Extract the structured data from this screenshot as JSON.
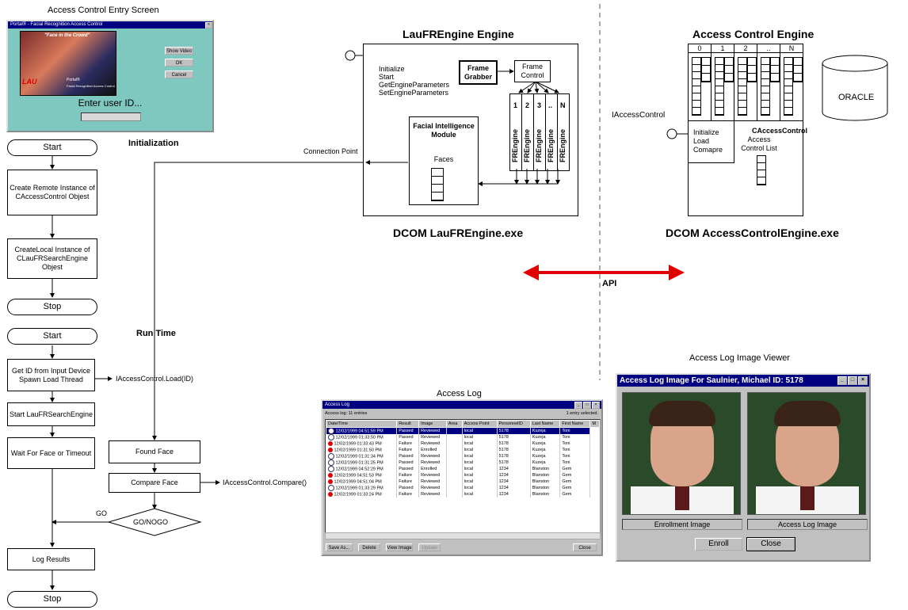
{
  "entry_screen": {
    "heading": "Access Control Entry Screen",
    "title": "Portal® - Facial Recognition Access Control",
    "banner": "\"Face in the Crowd\"",
    "logo": "LAU",
    "product": "Portal®",
    "tagline": "Facial Recognition Access Control",
    "buttons": [
      "Show Video",
      "OK",
      "Cancel"
    ],
    "prompt": "Enter user ID..."
  },
  "labels": {
    "initialization": "Initialization",
    "run_time": "Run Time",
    "connection_point": "Connection Point",
    "iaccesscontrol": "IAccessControl",
    "load_call": "IAccessControl.Load(ID)",
    "compare_call": "IAccessControl.Compare()",
    "go": "GO",
    "api": "API"
  },
  "flow_init": {
    "start": "Start",
    "create_remote": "Create Remote Instance of CAccessControl Objest",
    "create_local": "CreateLocal Instance of CLauFRSearchEngine Objest",
    "stop": "Stop"
  },
  "flow_run": {
    "start": "Start",
    "get_id": "Get ID from Input Device Spawn Load Thread",
    "start_engine": "Start LauFRSearchEngine",
    "wait": "Wait For Face or Timeout",
    "found_face": "Found Face",
    "compare_face": "Compare Face",
    "decision": "GO/NOGO",
    "log_results": "Log Results",
    "stop": "Stop"
  },
  "lau_engine": {
    "title": "LauFREngine Engine",
    "footer": "DCOM LauFREngine.exe",
    "methods": [
      "Initialize",
      "Start",
      "GetEngineParameters",
      "SetEngineParameters"
    ],
    "frame_grabber": "Frame Grabber",
    "frame_control": "Frame Control",
    "fim": "Facial Intelligence Module",
    "faces": "Faces",
    "columns": [
      "1",
      "2",
      "3",
      "..",
      "N"
    ],
    "column_label": "FREngine"
  },
  "ac_engine": {
    "title": "Access Control Engine",
    "footer": "DCOM AccessControlEngine.exe",
    "columns": [
      "0",
      "1",
      "2",
      "..",
      "N"
    ],
    "methods": [
      "Initialize",
      "Load",
      "Comapre"
    ],
    "class_name": "CAccessControl",
    "list_label": "Access Control List",
    "db": "ORACLE"
  },
  "access_log": {
    "heading": "Access Log",
    "title": "Access Log",
    "count": "Access log: 11 entries",
    "selected": "1 entry selected.",
    "columns": [
      "Date/Time",
      "Result",
      "Image",
      "Area",
      "Access Point",
      "PersonnelID",
      "Last Name",
      "First Name",
      "M"
    ],
    "rows": [
      [
        "12/02/1999 04:51:59 PM",
        "Passed",
        "Reviewed",
        "",
        "local",
        "5178",
        "Kuzeja",
        "Toni",
        "ok"
      ],
      [
        "12/02/1999 01:33:50 PM",
        "Passed",
        "Reviewed",
        "",
        "local",
        "5178",
        "Kuzeja",
        "Toni",
        "ok"
      ],
      [
        "12/02/1999 01:33:43 PM",
        "Failure",
        "Reviewed",
        "",
        "local",
        "5178",
        "Kuzeja",
        "Toni",
        "bad"
      ],
      [
        "12/02/1999 01:31:50 PM",
        "Failure",
        "Enrolled",
        "",
        "local",
        "5178",
        "Kuzeja",
        "Toni",
        "bad"
      ],
      [
        "12/02/1999 01:31:34 PM",
        "Passed",
        "Reviewed",
        "",
        "local",
        "5178",
        "Kuzeja",
        "Toni",
        "ok"
      ],
      [
        "12/02/1999 01:31:25 PM",
        "Passed",
        "Reviewed",
        "",
        "local",
        "5178",
        "Kuzeja",
        "Toni",
        "ok"
      ],
      [
        "12/02/1999 04:52:29 PM",
        "Passed",
        "Enrolled",
        "",
        "local",
        "1234",
        "Blanston",
        "Gem",
        "ok"
      ],
      [
        "12/02/1999 04:51:53 PM",
        "Failure",
        "Reviewed",
        "",
        "local",
        "1234",
        "Blanston",
        "Gem",
        "bad"
      ],
      [
        "12/02/1999 04:51:04 PM",
        "Failure",
        "Reviewed",
        "",
        "local",
        "1234",
        "Blanston",
        "Gem",
        "bad"
      ],
      [
        "12/02/1999 01:33:29 PM",
        "Passed",
        "Reviewed",
        "",
        "local",
        "1234",
        "Blanston",
        "Gem",
        "ok"
      ],
      [
        "12/02/1999 01:33:24 PM",
        "Failure",
        "Reviewed",
        "",
        "local",
        "1234",
        "Blanston",
        "Gem",
        "bad"
      ]
    ],
    "buttons": [
      "Save As...",
      "Delete",
      "View Image",
      "Update"
    ],
    "close": "Close"
  },
  "image_viewer": {
    "heading": "Access Log Image Viewer",
    "title": "Access Log Image For Saulnier, Michael ID: 5178",
    "captions": [
      "Enrollment Image",
      "Access Log Image"
    ],
    "buttons": [
      "Enroll",
      "Close"
    ]
  },
  "colors": {
    "api_arrow": "#e00000",
    "title_bar": "#000080",
    "entry_bg": "#7fc8c0"
  }
}
